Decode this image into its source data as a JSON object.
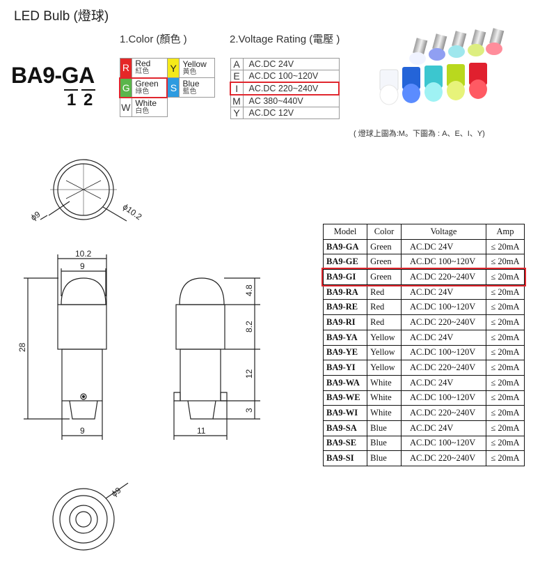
{
  "title": "LED Bulb (燈球)",
  "model": {
    "prefix": "BA9-",
    "code": "GA",
    "pos1": "1",
    "pos2": "2"
  },
  "color_section": {
    "title": "1.Color (顏色 )",
    "items": [
      {
        "code": "R",
        "name": "Red",
        "zh": "紅色",
        "color": "#e52727"
      },
      {
        "code": "Y",
        "name": "Yellow",
        "zh": "黃色",
        "color": "#f5e91a"
      },
      {
        "code": "G",
        "name": "Green",
        "zh": "綠色",
        "color": "#5ab54a"
      },
      {
        "code": "S",
        "name": "Blue",
        "zh": "藍色",
        "color": "#2d9be0"
      },
      {
        "code": "W",
        "name": "White",
        "zh": "白色",
        "color": "#ffffff"
      }
    ]
  },
  "voltage_section": {
    "title": "2.Voltage Rating (電壓 )",
    "items": [
      {
        "code": "A",
        "value": "AC.DC 24V"
      },
      {
        "code": "E",
        "value": "AC.DC 100~120V"
      },
      {
        "code": "I",
        "value": "AC.DC 220~240V"
      },
      {
        "code": "M",
        "value": "AC 380~440V"
      },
      {
        "code": "Y",
        "value": "AC.DC 12V"
      }
    ]
  },
  "photo_note": "( 燈球上圖為:M。下圖為 : A、E、I、Y)",
  "dimensions": {
    "top_view": {
      "d1": "ϕ9",
      "d2": "ϕ10.2"
    },
    "front": {
      "w_top": "10.2",
      "w_dome": "9",
      "height": "28",
      "w_base": "9"
    },
    "side": {
      "h1": "4.8",
      "h2": "8.2",
      "h3": "12",
      "h4": "3",
      "w": "11"
    },
    "bottom_view": {
      "d": "ϕ9"
    }
  },
  "spec_table": {
    "headers": [
      "Model",
      "Color",
      "Voltage",
      "Amp"
    ],
    "rows": [
      [
        "BA9-GA",
        "Green",
        "AC.DC 24V",
        "≤ 20mA"
      ],
      [
        "BA9-GE",
        "Green",
        "AC.DC 100~120V",
        "≤ 20mA"
      ],
      [
        "BA9-GI",
        "Green",
        "AC.DC 220~240V",
        "≤ 20mA"
      ],
      [
        "BA9-RA",
        "Red",
        "AC.DC 24V",
        "≤ 20mA"
      ],
      [
        "BA9-RE",
        "Red",
        "AC.DC 100~120V",
        "≤ 20mA"
      ],
      [
        "BA9-RI",
        "Red",
        "AC.DC 220~240V",
        "≤ 20mA"
      ],
      [
        "BA9-YA",
        "Yellow",
        "AC.DC 24V",
        "≤ 20mA"
      ],
      [
        "BA9-YE",
        "Yellow",
        "AC.DC 100~120V",
        "≤ 20mA"
      ],
      [
        "BA9-YI",
        "Yellow",
        "AC.DC 220~240V",
        "≤ 20mA"
      ],
      [
        "BA9-WA",
        "White",
        "AC.DC 24V",
        "≤ 20mA"
      ],
      [
        "BA9-WE",
        "White",
        "AC.DC 100~120V",
        "≤ 20mA"
      ],
      [
        "BA9-WI",
        "White",
        "AC.DC 220~240V",
        "≤ 20mA"
      ],
      [
        "BA9-SA",
        "Blue",
        "AC.DC 24V",
        "≤ 20mA"
      ],
      [
        "BA9-SE",
        "Blue",
        "AC.DC 100~120V",
        "≤ 20mA"
      ],
      [
        "BA9-SI",
        "Blue",
        "AC.DC 220~240V",
        "≤ 20mA"
      ]
    ],
    "highlighted_row": 2
  },
  "highlight_color": "#e0262d"
}
